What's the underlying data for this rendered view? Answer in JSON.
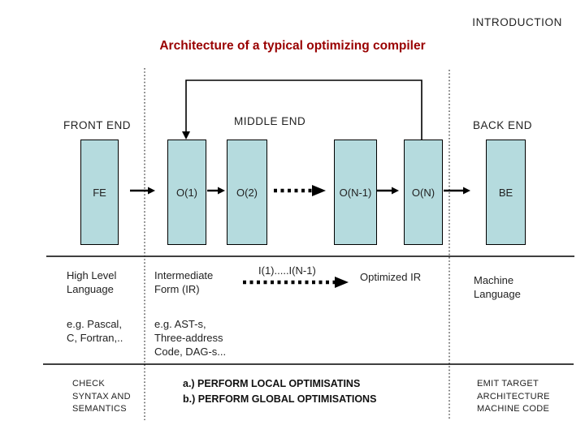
{
  "slide": {
    "header": "INTRODUCTION",
    "title": "Architecture of a typical optimizing compiler"
  },
  "front_end": {
    "label": "FRONT END",
    "box_label": "FE",
    "artifact": "High Level\nLanguage",
    "examples": "e.g. Pascal,\nC, Fortran,..",
    "function": "CHECK\nSYNTAX AND\nSEMANTICS"
  },
  "middle_end": {
    "label": "MIDDLE END",
    "box_labels": [
      "O(1)",
      "O(2)",
      "O(N-1)",
      "O(N)"
    ],
    "artifact": "Intermediate\nForm (IR)",
    "ir_sequence_label": "I(1).....I(N-1)",
    "optimized_artifact": "Optimized IR",
    "examples": "e.g. AST-s,\nThree-address\nCode, DAG-s...",
    "function": "a.) PERFORM LOCAL OPTIMISATINS\nb.) PERFORM GLOBAL OPTIMISATIONS"
  },
  "back_end": {
    "label": "BACK END",
    "box_label": "BE",
    "artifact": "Machine\nLanguage",
    "function": "EMIT TARGET\nARCHITECTURE\nMACHINE CODE"
  },
  "colors": {
    "box_fill": "#b5dbde",
    "box_border": "#000000",
    "title_color": "#990000",
    "line_color": "#000000"
  }
}
